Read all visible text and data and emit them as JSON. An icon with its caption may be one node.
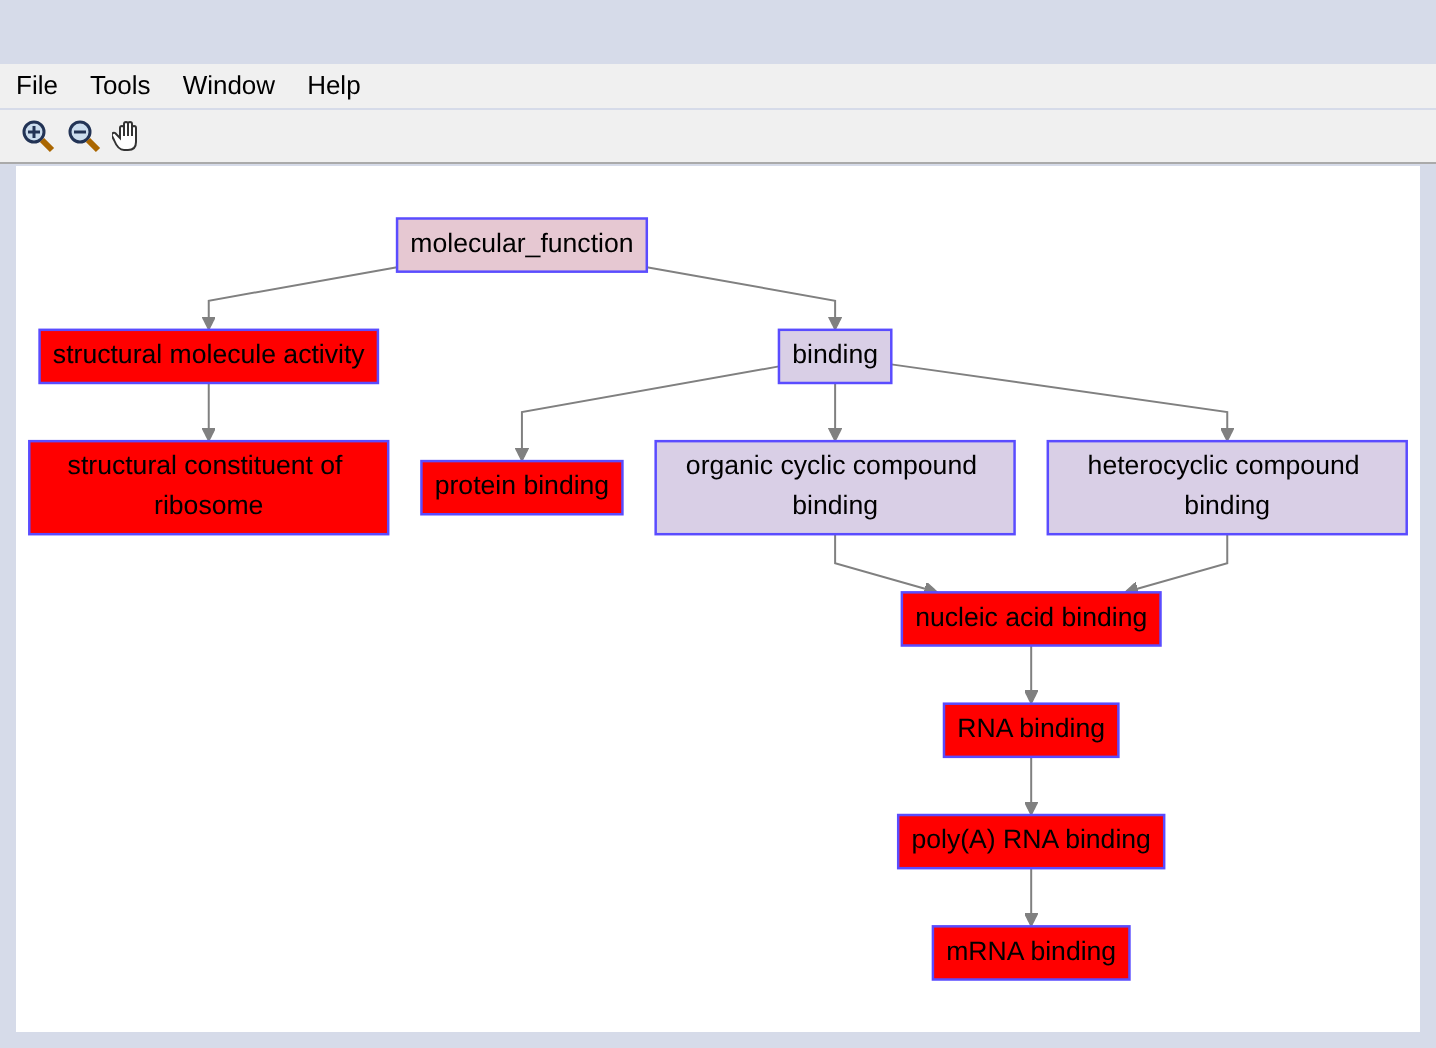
{
  "diagram": {
    "nodes": [
      {
        "text": [
          "molecular_function"
        ]
      },
      {
        "text": [
          "structural molecule activity"
        ]
      },
      {
        "text": [
          "binding"
        ]
      },
      {
        "text": [
          "structural constituent of ribosome"
        ]
      },
      {
        "text": [
          "protein binding"
        ]
      },
      {
        "text": [
          "organic cyclic compound binding"
        ]
      },
      {
        "text": [
          "heterocyclic compound binding"
        ]
      },
      {
        "text": [
          "nucleic acid binding"
        ]
      },
      {
        "text": [
          "RNA binding"
        ]
      },
      {
        "text": [
          "poly(A) RNA binding"
        ]
      },
      {
        "text": [
          "mRNA binding"
        ]
      }
    ],
    "edges": [
      {
        "from": 0,
        "to": 1,
        "arrow": "to"
      },
      {
        "from": 0,
        "to": 2,
        "arrow": "to"
      },
      {
        "from": 1,
        "to": 3,
        "arrow": "to"
      },
      {
        "from": 2,
        "to": 4,
        "arrow": "to"
      },
      {
        "from": 2,
        "to": 5,
        "arrow": "to"
      },
      {
        "from": 2,
        "to": 6,
        "arrow": "to"
      },
      {
        "from": 5,
        "to": 7,
        "arrow": "to"
      },
      {
        "from": 6,
        "to": 7,
        "arrow": "to"
      },
      {
        "from": 7,
        "to": 8,
        "arrow": "to"
      },
      {
        "from": 8,
        "to": 9,
        "arrow": "to"
      },
      {
        "from": 9,
        "to": 10,
        "arrow": "to"
      }
    ],
    "labels": [
      "File",
      "Tools",
      "Window",
      "Help"
    ]
  }
}
